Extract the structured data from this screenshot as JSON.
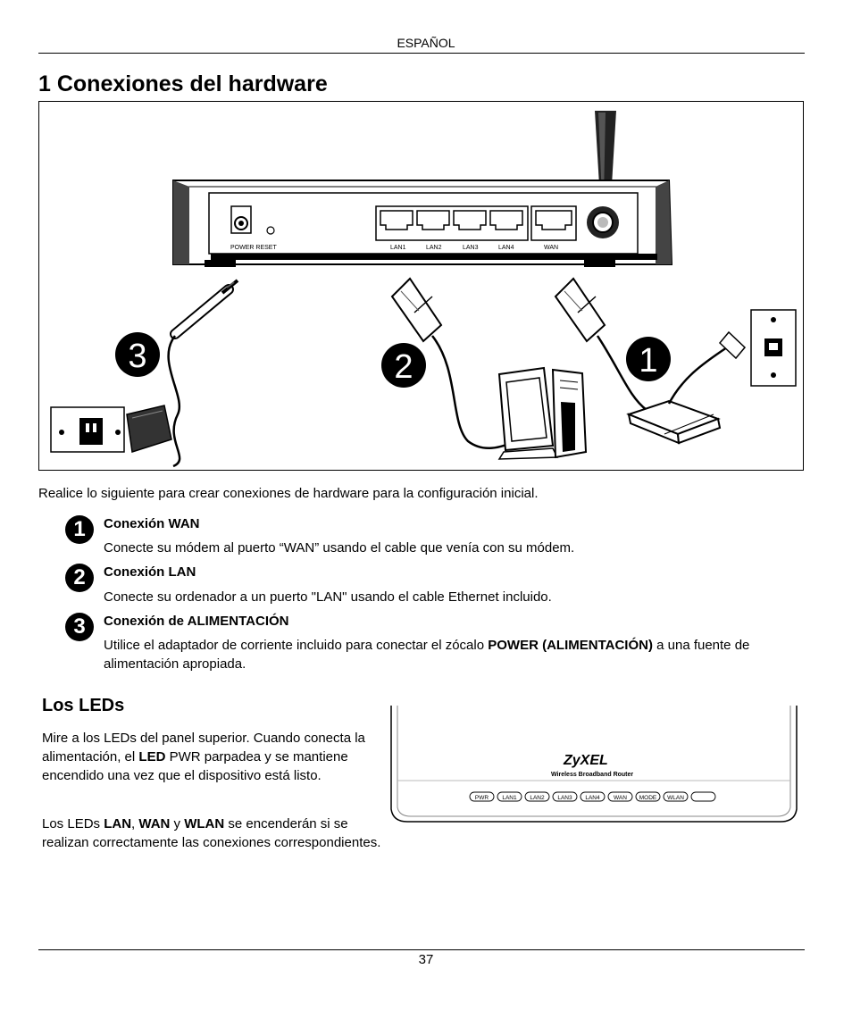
{
  "header": {
    "language": "ESPAÑOL"
  },
  "section": {
    "title": "1 Conexiones del hardware"
  },
  "figure": {
    "port_labels": {
      "power_reset": "POWER RESET",
      "lan1": "LAN1",
      "lan2": "LAN2",
      "lan3": "LAN3",
      "lan4": "LAN4",
      "wan": "WAN"
    },
    "callouts": {
      "one": "1",
      "two": "2",
      "three": "3"
    }
  },
  "intro": "Realice lo siguiente para crear conexiones de hardware para la configuración inicial.",
  "steps": [
    {
      "number": "1",
      "title": "Conexión WAN",
      "description": "Conecte su módem al puerto “WAN” usando el cable que venía con su módem."
    },
    {
      "number": "2",
      "title": "Conexión LAN",
      "description": "Conecte su ordenador a un puerto \"LAN\" usando el cable Ethernet incluido."
    },
    {
      "number": "3",
      "title": "Conexión de ALIMENTACIÓN",
      "description_before": "Utilice el adaptador de corriente incluido para conectar el zócalo ",
      "description_bold": "POWER (ALIMENTACIÓN)",
      "description_after": " a una fuente de alimentación apropiada."
    }
  ],
  "leds": {
    "title": "Los LEDs",
    "para1": {
      "t1": "Mire a los LEDs del panel superior. Cuando conecta la alimentación, el ",
      "b1": "LED",
      "t2": " PWR parpadea y se mantiene encendido una vez que el dispositivo está listo."
    },
    "para2": {
      "t1": "Los LEDs ",
      "b1": "LAN",
      "t2": ", ",
      "b2": "WAN",
      "t3": " y ",
      "b3": "WLAN",
      "t4": " se encenderán si se realizan correctamente las conexiones correspondientes."
    },
    "panel": {
      "brand": "ZyXEL",
      "model": "Wireless Broadband Router",
      "indicators": [
        "PWR",
        "LAN1",
        "LAN2",
        "LAN3",
        "LAN4",
        "WAN",
        "MODE",
        "WLAN"
      ]
    }
  },
  "footer": {
    "page_number": "37"
  }
}
